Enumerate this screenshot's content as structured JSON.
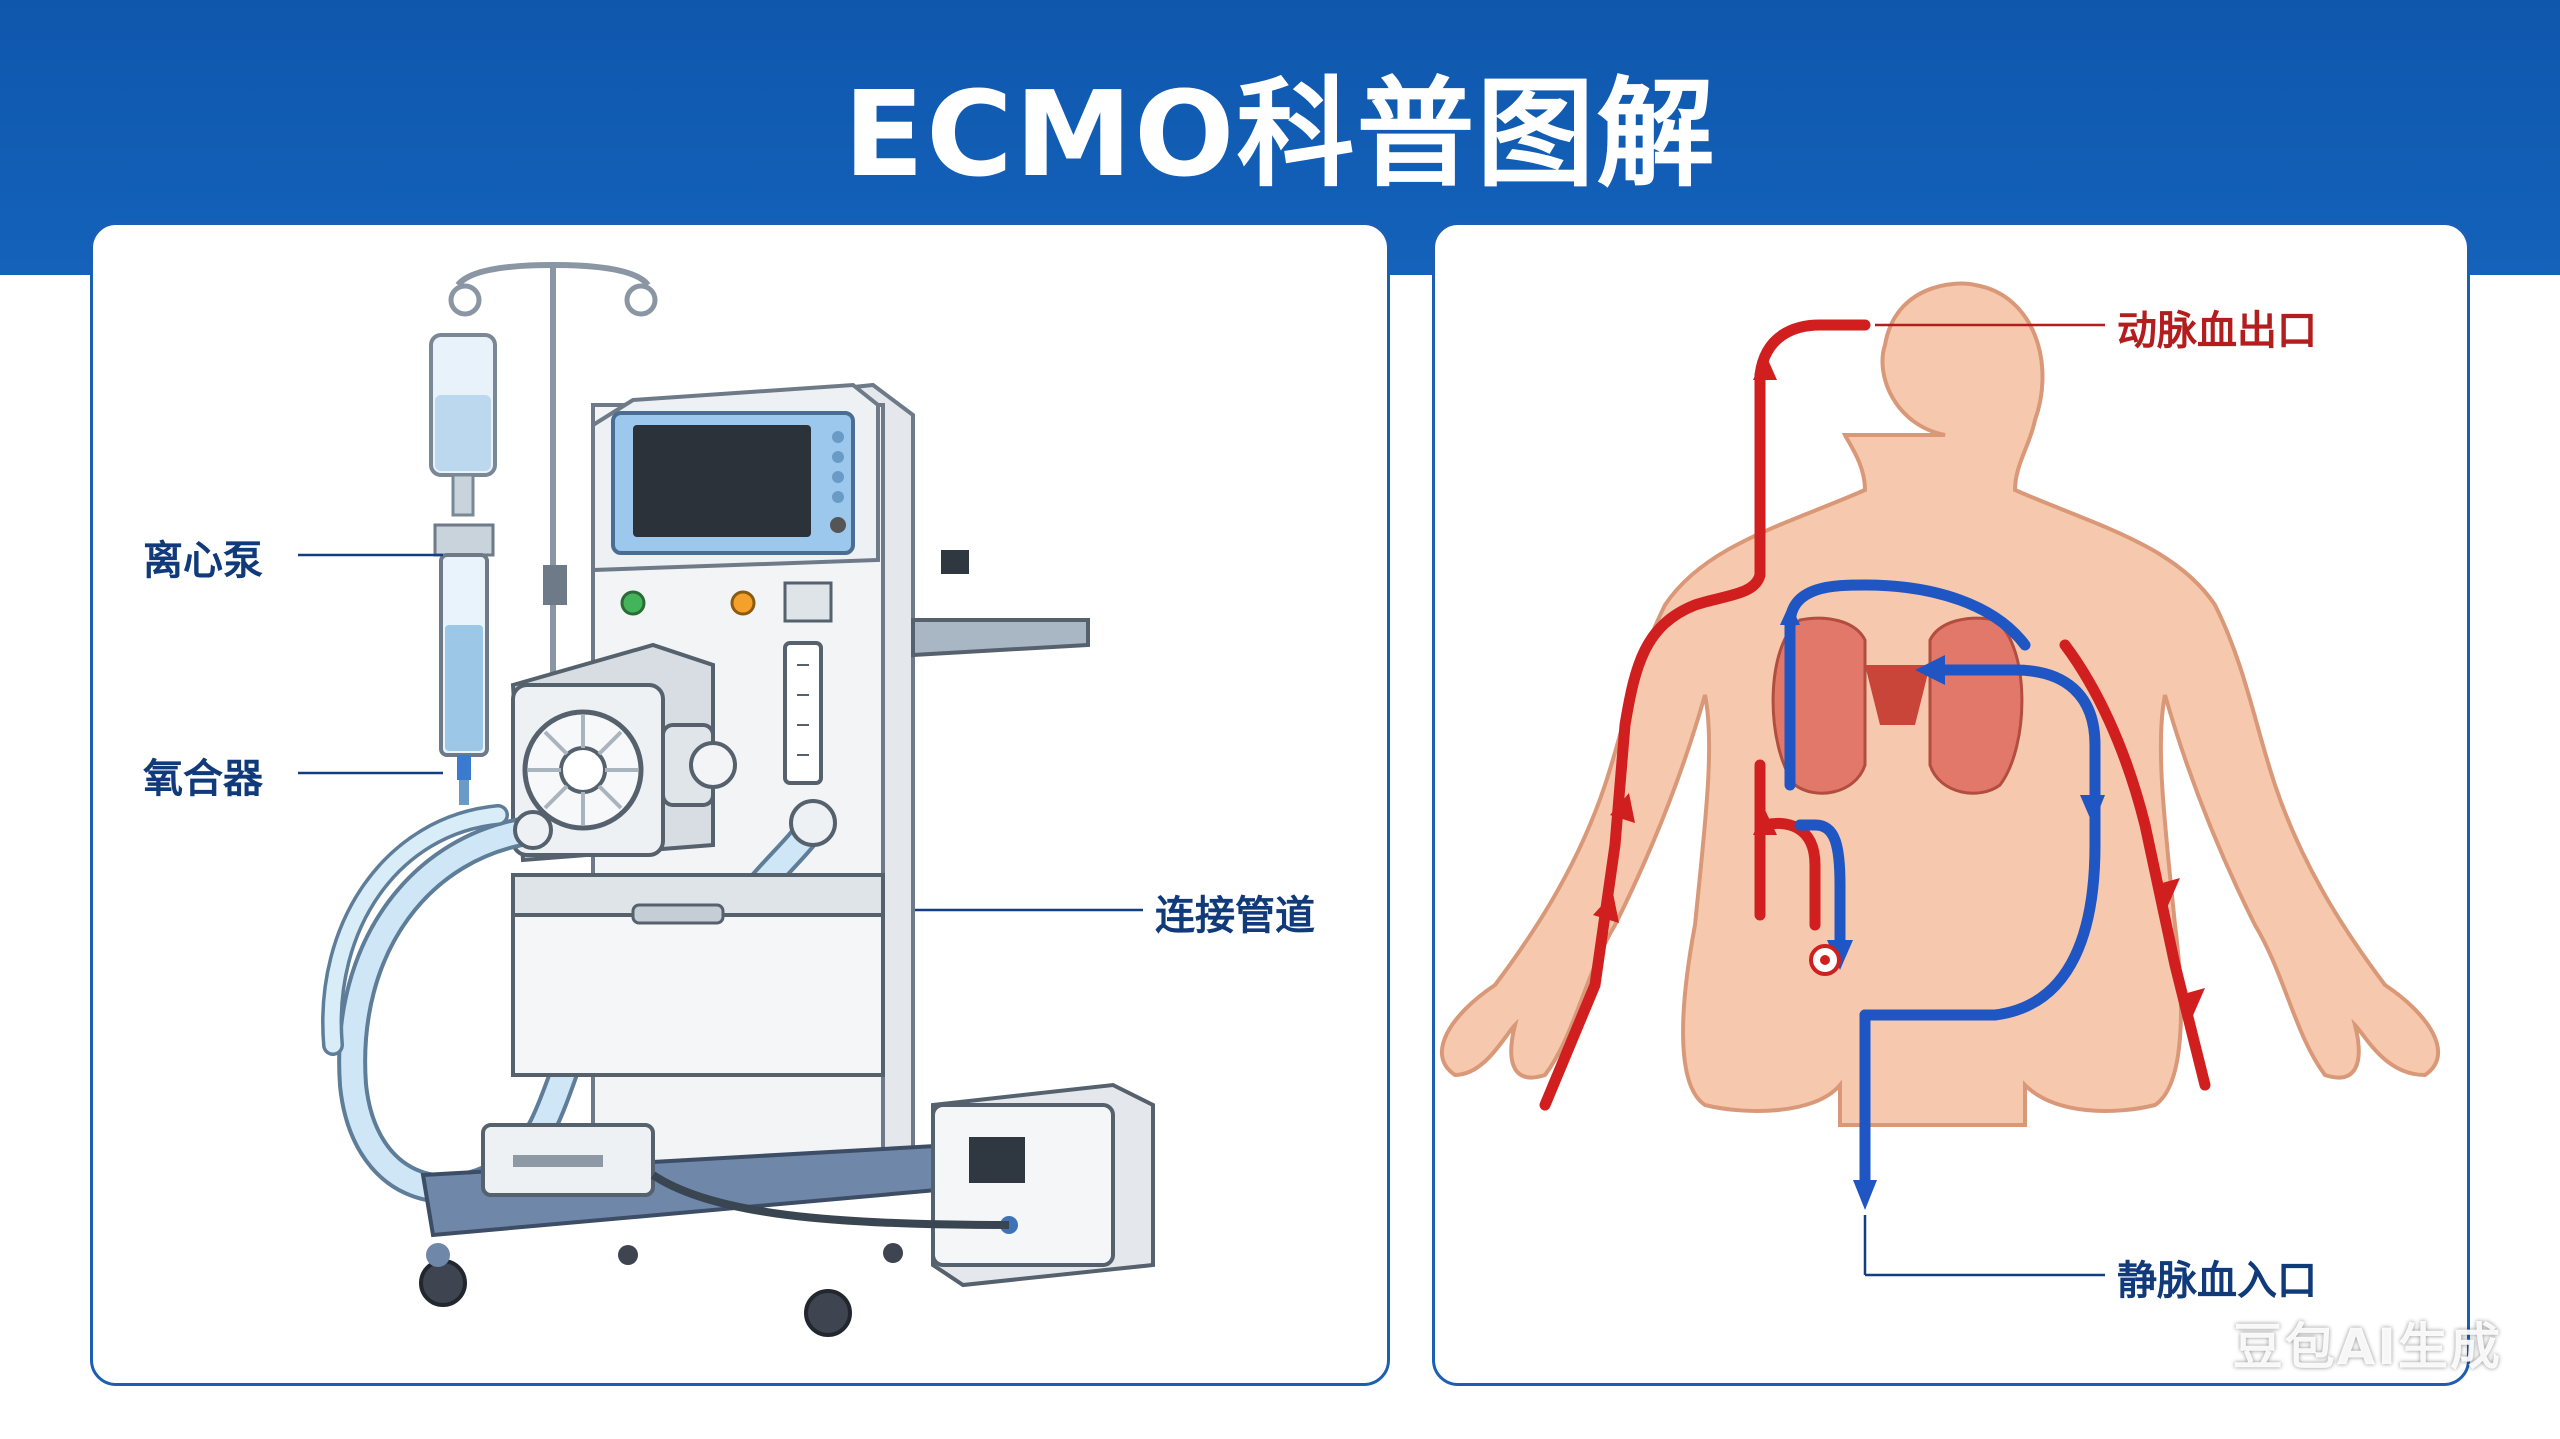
{
  "title": "ECMO科普图解",
  "machine_panel": {
    "labels": {
      "centrifugal_pump": "离心泵",
      "oxygenator": "氧合器",
      "connecting_tubing": "连接管道"
    }
  },
  "body_panel": {
    "labels": {
      "arterial_outlet": "动脉血出口",
      "venous_inlet": "静脉血入口"
    }
  },
  "watermark": "豆包AI生成",
  "colors": {
    "header_blue": "#1462bb",
    "arterial_red": "#d11f1f",
    "venous_blue": "#1f56c4",
    "skin": "#f6c9ae",
    "lung": "#e2786a"
  }
}
